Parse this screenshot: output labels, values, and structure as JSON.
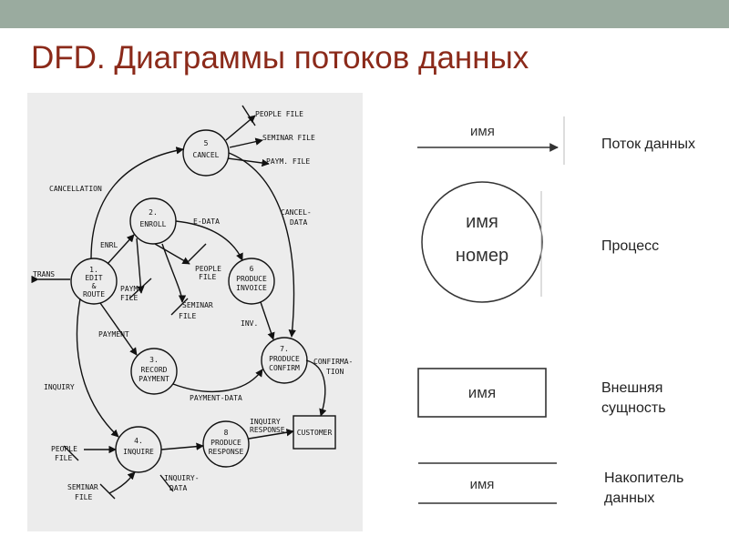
{
  "title": "DFD. Диаграммы потоков данных",
  "dfd": {
    "processes": [
      {
        "id": "p5",
        "lines": [
          "5",
          "CANCEL"
        ]
      },
      {
        "id": "p2",
        "lines": [
          "2.",
          "ENROLL"
        ]
      },
      {
        "id": "p1",
        "lines": [
          "1.",
          "EDIT",
          "&",
          "ROUTE"
        ]
      },
      {
        "id": "p6",
        "lines": [
          "6",
          "PRODUCE",
          "INVOICE"
        ]
      },
      {
        "id": "p3",
        "lines": [
          "3.",
          "RECORD",
          "PAYMENT"
        ]
      },
      {
        "id": "p7",
        "lines": [
          "7.",
          "PRODUCE",
          "CONFIRM"
        ]
      },
      {
        "id": "p4",
        "lines": [
          "4.",
          "INQUIRE"
        ]
      },
      {
        "id": "p8",
        "lines": [
          "8",
          "PRODUCE",
          "RESPONSE"
        ]
      }
    ],
    "external": "CUSTOMER",
    "labels": {
      "people_file_top": "PEOPLE FILE",
      "seminar_file_top": "SEMINAR FILE",
      "paym_file_top": "PAYM. FILE",
      "cancellation": "CANCELLATION",
      "cancel_data": [
        "CANCEL-",
        "DATA"
      ],
      "e_data": "E-DATA",
      "enrl": "ENRL",
      "trans": "TRANS",
      "people_file_mid": [
        "PEOPLE",
        "FILE"
      ],
      "paym_file_mid": [
        "PAYM.",
        "FILE"
      ],
      "seminar_file_mid": [
        "SEMINAR",
        "FILE"
      ],
      "inv": "INV.",
      "payment": "PAYMENT",
      "confirmation": [
        "CONFIRMA-",
        "TION"
      ],
      "inquiry": "INQUIRY",
      "payment_data": "PAYMENT-DATA",
      "inquiry_response": [
        "INQUIRY",
        "RESPONSE"
      ],
      "people_file_low": [
        "PEOPLE",
        "FILE"
      ],
      "seminar_file_low": [
        "SEMINAR",
        "FILE"
      ],
      "inquiry_data": [
        "INQUIRY-",
        "DATA"
      ]
    }
  },
  "legend": {
    "flow": {
      "name": "имя",
      "label": "Поток данных"
    },
    "process": {
      "name": "имя",
      "number": "номер",
      "label": "Процесс"
    },
    "entity": {
      "name": "имя",
      "label_lines": [
        "Внешняя",
        "сущность"
      ]
    },
    "store": {
      "name": "имя",
      "label_lines": [
        "Накопитель",
        "данных"
      ]
    }
  }
}
